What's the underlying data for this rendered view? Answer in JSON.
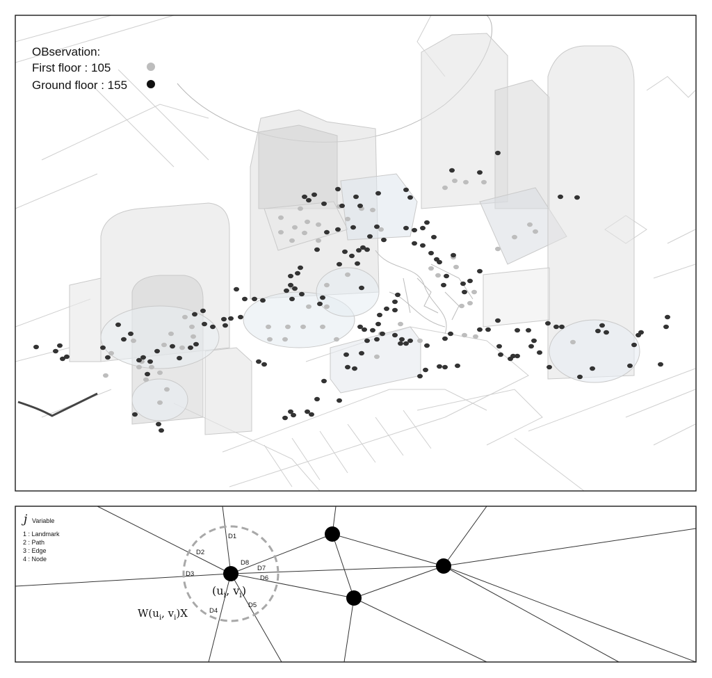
{
  "observation_map": {
    "legend_title": "OBservation:",
    "first_floor": {
      "label": "First floor : 105",
      "color": "#bdbdbd"
    },
    "ground_floor": {
      "label": "Ground floor : 155",
      "color": "#1c1c1c"
    }
  },
  "gwr_diagram": {
    "variable_symbol": "j",
    "variable_label": "Variable",
    "variables": [
      "1 : Landmark",
      "2 : Path",
      "3 : Edge",
      "4 : Node"
    ],
    "directions": [
      "D1",
      "D2",
      "D3",
      "D4",
      "D5",
      "D6",
      "D7",
      "D8"
    ],
    "center_label": "(u_i, v_i)",
    "weight_label": "W(u_i, v_i)X",
    "colors": {
      "nodes": "#000000",
      "buffer": "#a8a8a8",
      "lines": "#333333"
    }
  }
}
